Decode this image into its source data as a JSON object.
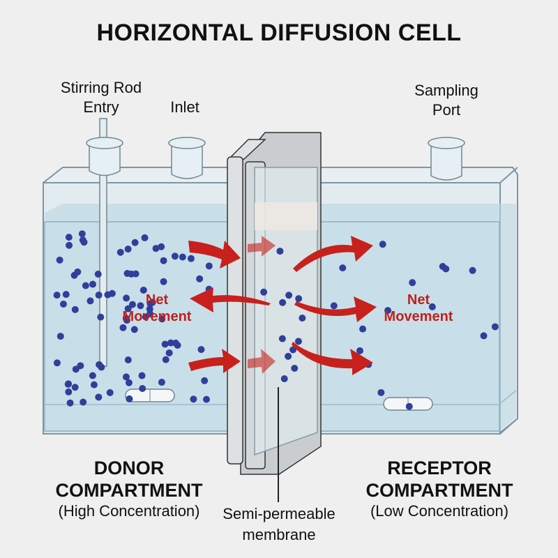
{
  "title": "HORIZONTAL DIFFUSION CELL",
  "labels": {
    "stirring_rod": [
      "Stirring Rod",
      "Entry"
    ],
    "inlet": "Inlet",
    "sampling_port": [
      "Sampling",
      "Port"
    ],
    "net_left": [
      "Net",
      "Movement"
    ],
    "net_right": [
      "Net",
      "Movement"
    ],
    "donor": [
      "DONOR",
      "COMPARTMENT",
      "(High Concentration)"
    ],
    "receptor": [
      "RECEPTOR",
      "COMPARTMENT",
      "(Low Concentration)"
    ],
    "membrane": [
      "Semi-permeable",
      "membrane"
    ]
  },
  "colors": {
    "particle": "#2f3f9a",
    "arrow": "#c8201c",
    "water": "#cfe3ec",
    "frame": "#d6dadd"
  }
}
